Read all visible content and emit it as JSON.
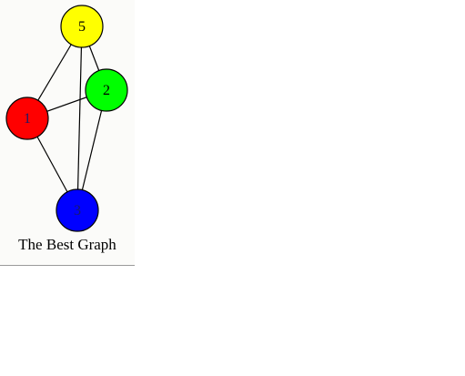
{
  "graph": {
    "caption": "The Best Graph",
    "nodes": [
      {
        "id": "5",
        "label": "5",
        "color": "#ffff00"
      },
      {
        "id": "2",
        "label": "2",
        "color": "#00ff00"
      },
      {
        "id": "1",
        "label": "1",
        "color": "#ff0000"
      },
      {
        "id": "3",
        "label": "3",
        "color": "#0000ff"
      }
    ],
    "edges": [
      [
        "5",
        "1"
      ],
      [
        "5",
        "2"
      ],
      [
        "5",
        "3"
      ],
      [
        "1",
        "2"
      ],
      [
        "1",
        "3"
      ],
      [
        "2",
        "3"
      ]
    ]
  }
}
